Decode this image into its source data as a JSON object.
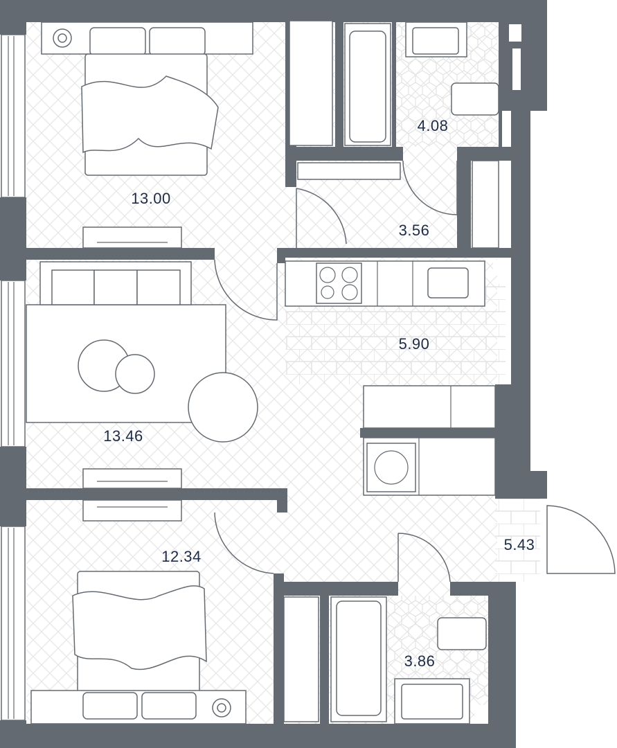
{
  "plan": {
    "colors": {
      "wall": "#636a72",
      "label": "#1c2b4a",
      "floor_pattern": "#e6e6e6"
    },
    "rooms": [
      {
        "id": "bedroom-1",
        "area": "13.00"
      },
      {
        "id": "bathroom-1",
        "area": "4.08"
      },
      {
        "id": "hallway-1",
        "area": "3.56"
      },
      {
        "id": "kitchen",
        "area": "5.90"
      },
      {
        "id": "living-room",
        "area": "13.46"
      },
      {
        "id": "bedroom-2",
        "area": "12.34"
      },
      {
        "id": "entrance",
        "area": "5.43"
      },
      {
        "id": "bathroom-2",
        "area": "3.86"
      }
    ]
  }
}
